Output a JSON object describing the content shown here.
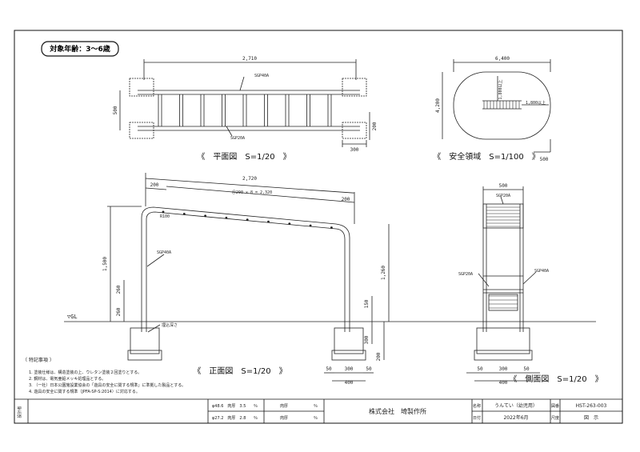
{
  "target_age": "対象年齢：3〜6歳",
  "views": {
    "plan": {
      "title": "《　平面図　S=1/20　》",
      "overall_width": "2,710",
      "depth": "500",
      "post_size": "300",
      "post_depth": "200",
      "pipe_main": "SGP40A",
      "pipe_rung": "SGP20A"
    },
    "safety": {
      "title": "《　安全領域　S=1/100　》",
      "width": "6,400",
      "depth": "4,200",
      "margin_top": "1,800以上",
      "margin_side": "1,800以上",
      "end_gap": "500"
    },
    "front": {
      "title": "《　正面図　S=1/20　》",
      "overall": "2,720",
      "inset_left": "200",
      "inset_right": "200",
      "rung_pitch": "＠290 × 8 = 2,320",
      "radius": "R100",
      "pipe_main": "SGP40A",
      "height_left": "1,500",
      "height_right": "1,260",
      "step1": "260",
      "step2": "260",
      "gl_label": "▽GL",
      "anchor_note": "埋込深さ",
      "foot_150": "150",
      "foot_300": "300",
      "foot_200": "200",
      "base_300": "300",
      "base_400": "400",
      "side_50a": "50",
      "side_50b": "50"
    },
    "side": {
      "title": "《　側面図　S=1/20　》",
      "top_width": "500",
      "pipe_rung": "SGP20A",
      "pipe_rung2": "SGP20A",
      "pipe_main": "SGP40A",
      "base_300": "300",
      "base_400": "400",
      "side_50a": "50",
      "side_50b": "50"
    }
  },
  "notes": {
    "heading": "（ 特記事項 ）",
    "items": [
      "1. 塗装仕様は、構造塗装の上、ウレタン塗装２回塗りとする。",
      "2. 鋼材は、電気亜鉛メッキ処理品とする。",
      "3. （一社）日本公園施設業協会の「遊具の安全に関する規準」に準拠した製品とする。",
      "4. 遊具の安全に関する規準（JPFA-SP-S:2014）に対応する。"
    ]
  },
  "title_block": {
    "designer_label": "設計者",
    "pipe1": "φ48.6　肉厚　3.5",
    "pipe1_unit": "％",
    "pipe2": "φ27.2　肉厚　2.8",
    "pipe2_unit": "％",
    "col_a": "肉厚",
    "col_a_unit": "％",
    "col_b": "肉厚",
    "col_b_unit": "％",
    "company": "株式会社　埼製作所",
    "name_label": "名称",
    "product": "うんてい（幼児用）",
    "date_label": "日付",
    "date": "2022年6月",
    "number_label": "図番",
    "number": "HST-263-003",
    "scale_label": "尺度",
    "scale": "図　示"
  }
}
